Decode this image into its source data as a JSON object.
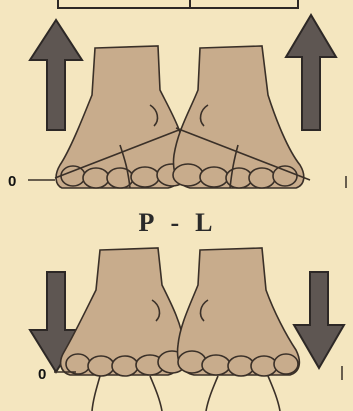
{
  "labels": {
    "zero_top": "0",
    "zero_bottom": "0",
    "pair_left": "P",
    "pair_separator": "-",
    "pair_right": "L"
  },
  "colors": {
    "background": "#f4e6bf",
    "skin": "#c8ac8c",
    "outline": "#3a3028",
    "arrow": "#5e5652",
    "arrow_edge": "#2d2826"
  },
  "icons": {
    "arrows": [
      "arrow-up-icon",
      "arrow-up-icon",
      "arrow-down-icon",
      "arrow-down-icon"
    ],
    "feet": [
      "left-foot-icon",
      "right-foot-icon",
      "left-foot-icon",
      "right-foot-icon"
    ]
  }
}
